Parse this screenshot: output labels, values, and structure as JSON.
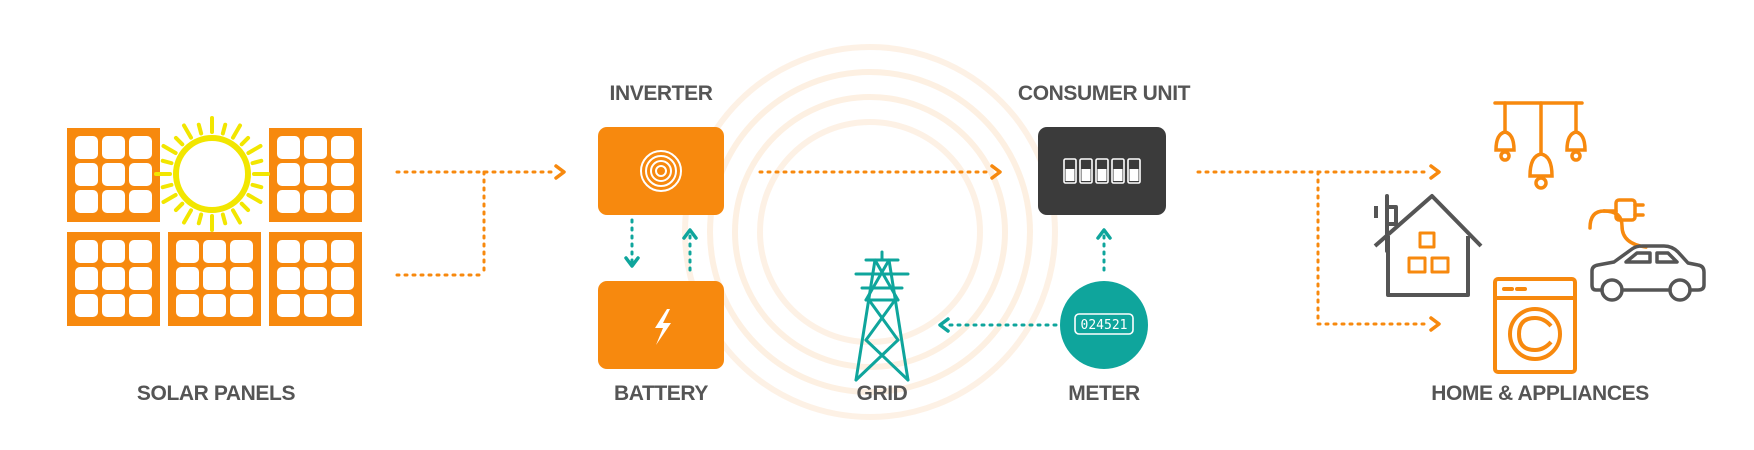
{
  "labels": {
    "solar_panels": "SOLAR PANELS",
    "inverter": "INVERTER",
    "battery": "BATTERY",
    "grid": "GRID",
    "consumer_unit": "CONSUMER UNIT",
    "meter": "METER",
    "home_appliances": "HOME & APPLIANCES"
  },
  "meter": {
    "reading": "024521"
  },
  "colors": {
    "orange": "#F7890E",
    "teal": "#0FA59C",
    "dark_gray": "#3B3B3B",
    "icon_gray": "#555555",
    "sun_yellow": "#F2E600",
    "label_gray": "#555555",
    "halo": "#FCE6CF"
  },
  "icons": [
    "solar-panel-icon",
    "sun-icon",
    "inverter-icon",
    "battery-bolt-icon",
    "pylon-icon",
    "breaker-icon",
    "meter-icon",
    "pendant-lights-icon",
    "house-icon",
    "plug-icon",
    "car-icon",
    "washing-machine-icon"
  ]
}
